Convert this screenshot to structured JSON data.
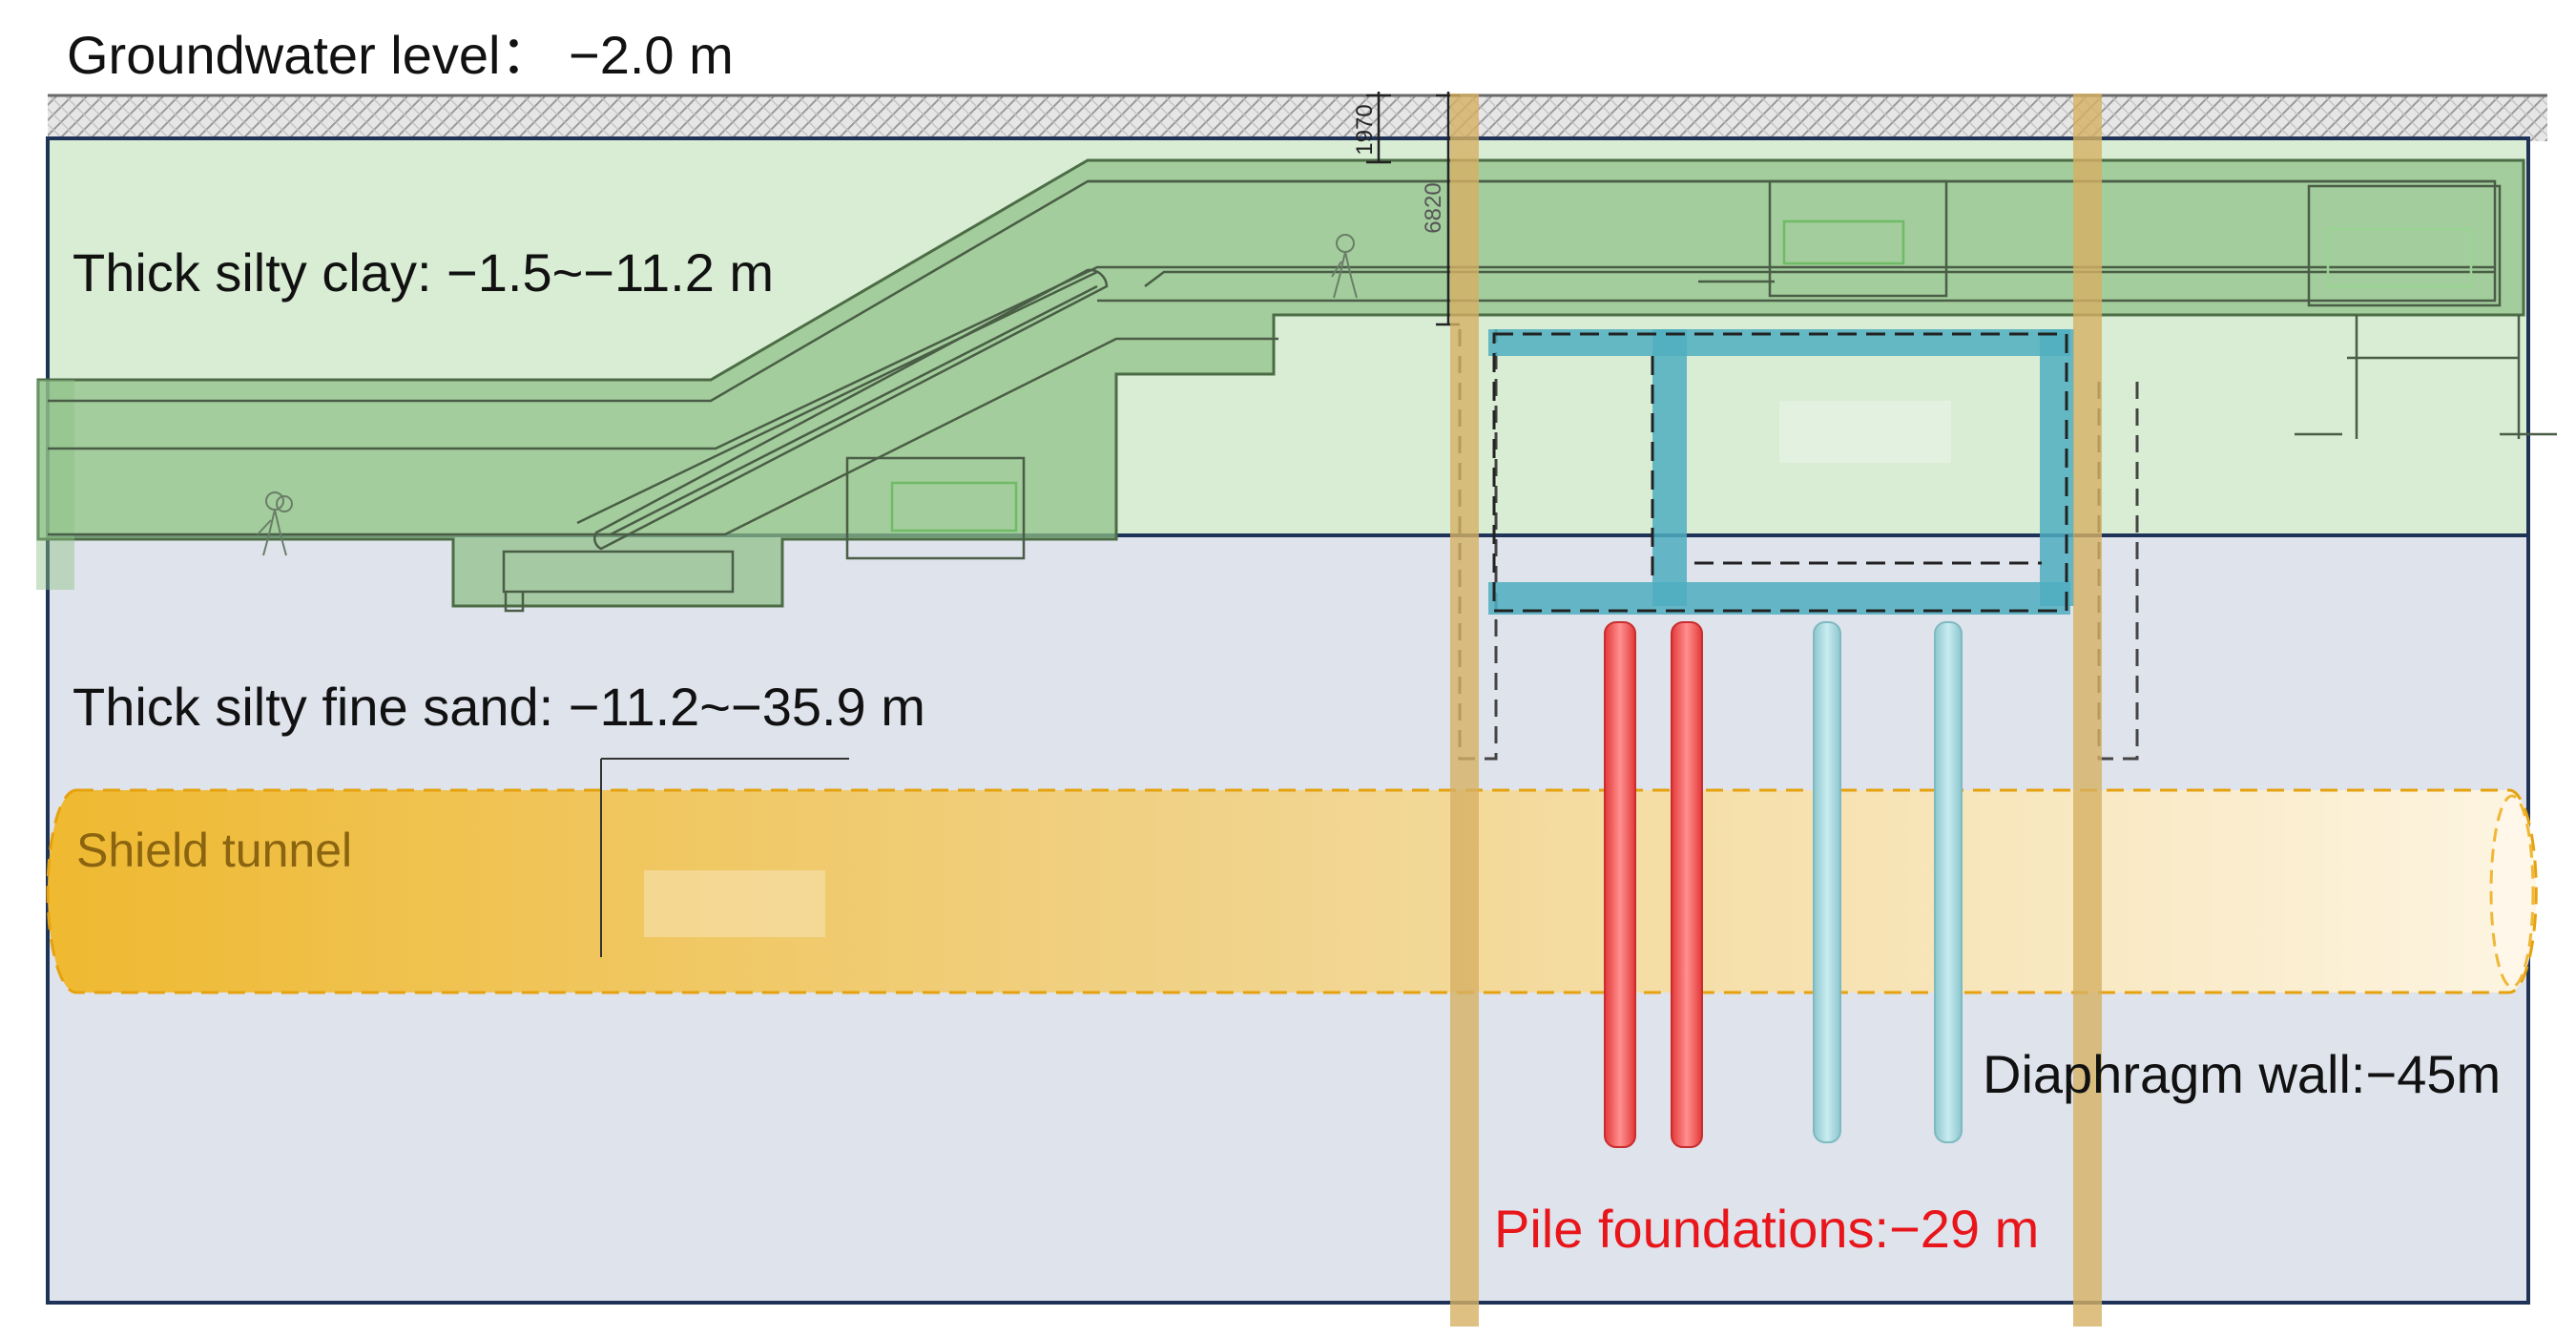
{
  "labels": {
    "groundwater": "Groundwater level： −2.0 m",
    "clay": "Thick silty clay: −1.5~−11.2 m",
    "sand": "Thick silty fine sand: −11.2~−35.9 m",
    "tunnel": "Shield tunnel",
    "diaphragm": "Diaphragm wall:−45m",
    "piles": "Pile foundations:−29 m",
    "dim_top": "1970",
    "dim_side": "6820"
  },
  "colors": {
    "clay_layer": "#d8edd4",
    "sand_layer": "#dfe3ec",
    "structure_green": "#8fc187",
    "box_teal": "#4faec1",
    "wall_tan": "#d6b064",
    "tunnel_gold": "#efb930",
    "pile_red": "#ef4a4a",
    "pile_blue": "#a8d8de",
    "boundary_navy": "#1f3358",
    "pile_label_red": "#e8161b"
  }
}
